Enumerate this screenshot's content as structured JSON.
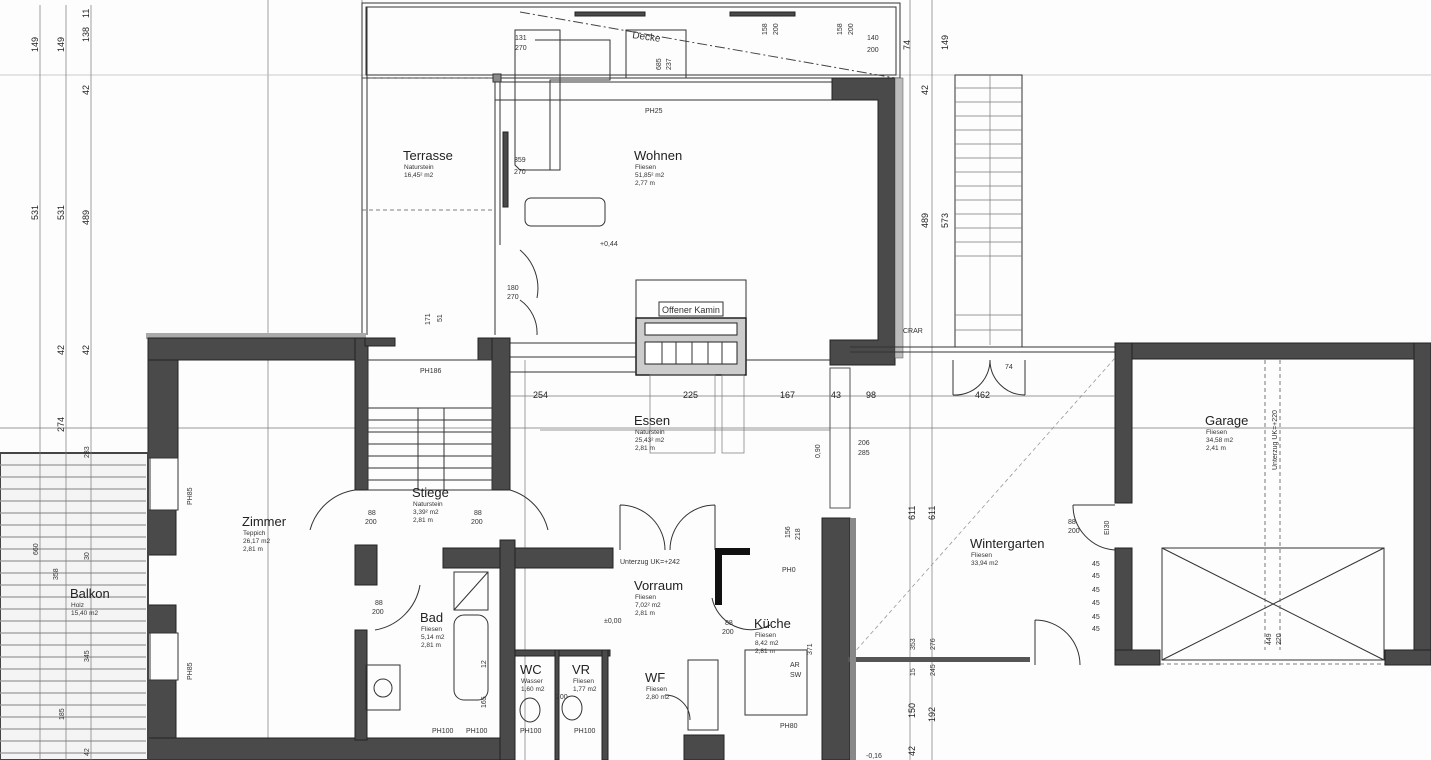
{
  "rooms": {
    "terrasse": {
      "name": "Terrasse",
      "floor": "Naturstein",
      "area": "16,45² m2"
    },
    "wohnen": {
      "name": "Wohnen",
      "floor": "Fliesen",
      "area": "51,85² m2",
      "height": "2,77 m"
    },
    "essen": {
      "name": "Essen",
      "floor": "Naturstein",
      "area": "25,43² m2",
      "height": "2,81 m"
    },
    "zimmer": {
      "name": "Zimmer",
      "floor": "Teppich",
      "area": "26,17 m2",
      "height": "2,81 m"
    },
    "stiege": {
      "name": "Stiege",
      "floor": "Naturstein",
      "area": "3,39² m2",
      "height": "2,81 m"
    },
    "bad": {
      "name": "Bad",
      "floor": "Fliesen",
      "area": "5,14 m2",
      "height": "2,81 m"
    },
    "vorraum": {
      "name": "Vorraum",
      "floor": "Fliesen",
      "area": "7,02² m2",
      "height": "2,81 m"
    },
    "kueche": {
      "name": "Küche",
      "floor": "Fliesen",
      "area": "8,42 m2",
      "height": "2,81 m"
    },
    "wc": {
      "name": "WC",
      "floor": "Wasser",
      "area": "1,60 m2"
    },
    "vr": {
      "name": "VR",
      "floor": "Fliesen",
      "area": "1,77 m2"
    },
    "wf": {
      "name": "WF",
      "floor": "Fliesen",
      "area": "2,80 m2"
    },
    "garage": {
      "name": "Garage",
      "floor": "Fliesen",
      "area": "34,58 m2",
      "height": "2,41 m"
    },
    "wintergarten": {
      "name": "Wintergarten",
      "floor": "Fliesen",
      "area": "33,94 m2"
    },
    "balkon": {
      "name": "Balkon",
      "floor": "Holz",
      "area": "15,40 m2"
    }
  },
  "annotations": {
    "kamin": "Offener Kamin",
    "decke": "Decke",
    "ph25": "PH25",
    "ph186": "PH186",
    "ph85a": "PH85",
    "ph85b": "PH85",
    "ph0": "PH0",
    "ph80": "PH80",
    "ph100a": "PH100",
    "ph100b": "PH100",
    "ph100c": "PH100",
    "ph100d": "PH100",
    "unterzug1": "Unterzug  UK=+242",
    "unterzug2": "Unterzug  UK=+220",
    "level0": "±0,00",
    "level44": "+0,44",
    "level16": "-0,16",
    "ei30": "EI30",
    "crar": "CRAR",
    "ar": "AR",
    "sw": "SW"
  },
  "dimensions": {
    "horizontal": [
      "254",
      "225",
      "167",
      "43",
      "98",
      "462"
    ],
    "left_col1": [
      "149",
      "531"
    ],
    "left_col2": [
      "149",
      "531",
      "42",
      "274"
    ],
    "left_col3": [
      "11",
      "138",
      "42",
      "489",
      "42"
    ],
    "balkon": [
      "283",
      "660",
      "358",
      "30",
      "345",
      "185",
      "42"
    ],
    "right": [
      "74",
      "149",
      "42",
      "489",
      "573",
      "74",
      "611",
      "611",
      "353",
      "276",
      "150",
      "192",
      "42",
      "15",
      "245"
    ],
    "openings": [
      "131",
      "270",
      "359",
      "270",
      "180",
      "270",
      "171",
      "51",
      "88",
      "200",
      "88",
      "200",
      "88",
      "200",
      "88",
      "200",
      "156",
      "218",
      "371",
      "12",
      "165",
      "200",
      "0,90",
      "206",
      "285",
      "88",
      "200",
      "45",
      "45",
      "45",
      "45",
      "45",
      "45",
      "158",
      "200",
      "158",
      "200",
      "140",
      "200",
      "685",
      "237",
      "449",
      "220"
    ]
  }
}
